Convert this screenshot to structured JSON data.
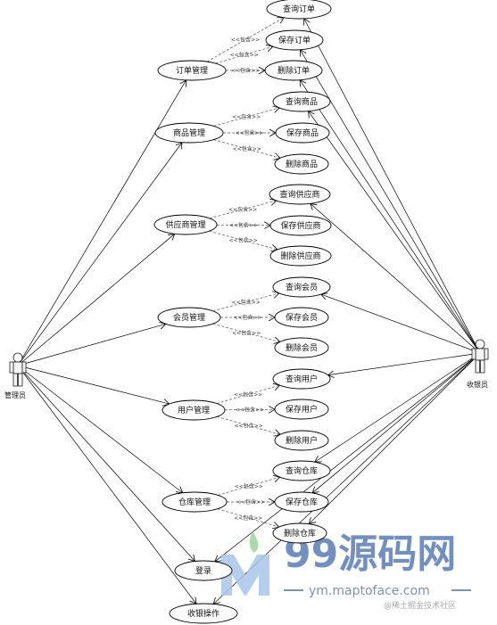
{
  "actors": [
    {
      "id": "admin",
      "label": "管理员"
    },
    {
      "id": "cashier",
      "label": "收银员"
    }
  ],
  "include_label": "<<包含>>",
  "groups": [
    {
      "id": "order",
      "label": "订单管理",
      "subs": [
        "查询订单",
        "保存订单",
        "删除订单"
      ]
    },
    {
      "id": "goods",
      "label": "商品管理",
      "subs": [
        "查询商品",
        "保存商品",
        "删除商品"
      ]
    },
    {
      "id": "supplier",
      "label": "供应商管理",
      "subs": [
        "查询供应商",
        "保存供应商",
        "删除供应商"
      ]
    },
    {
      "id": "member",
      "label": "会员管理",
      "subs": [
        "查询会员",
        "保存会员",
        "删除会员"
      ]
    },
    {
      "id": "user",
      "label": "用户管理",
      "subs": [
        "查询用户",
        "保存用户",
        "删除用户"
      ]
    },
    {
      "id": "warehouse",
      "label": "仓库管理",
      "subs": [
        "查询仓库",
        "保存仓库",
        "删除仓库"
      ]
    }
  ],
  "standalone": [
    {
      "id": "login",
      "label": "登录"
    },
    {
      "id": "checkout",
      "label": "收银操作"
    }
  ],
  "watermark": {
    "brand": "99源码网",
    "url": "ym.maptoface.com",
    "credit": "@稀土掘金技术社区"
  }
}
